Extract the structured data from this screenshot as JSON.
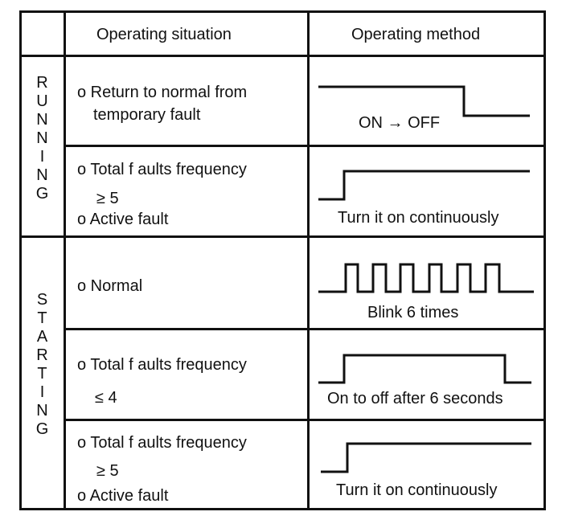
{
  "header": {
    "col_situation": "Operating situation",
    "col_method": "Operating method"
  },
  "groups": {
    "running": "R\nU\nN\nN\nI\nN\nG",
    "starting": "S\nT\nA\nR\nT\nI\nN\nG"
  },
  "rows": [
    {
      "line1": "o Return to normal from",
      "line2": "temporary fault",
      "method": "ON → OFF"
    },
    {
      "line1": "o Total f aults frequency",
      "line2": "≥ 5",
      "line3": "o Active fault",
      "method": "Turn it on continuously"
    },
    {
      "line1": "o Normal",
      "method": "Blink 6 times"
    },
    {
      "line1": "o Total f aults frequency",
      "line2": "≤ 4",
      "method": "On to off after 6 seconds"
    },
    {
      "line1": "o Total f aults frequency",
      "line2": "≥ 5",
      "line3": "o Active fault",
      "method": "Turn it on continuously"
    }
  ]
}
